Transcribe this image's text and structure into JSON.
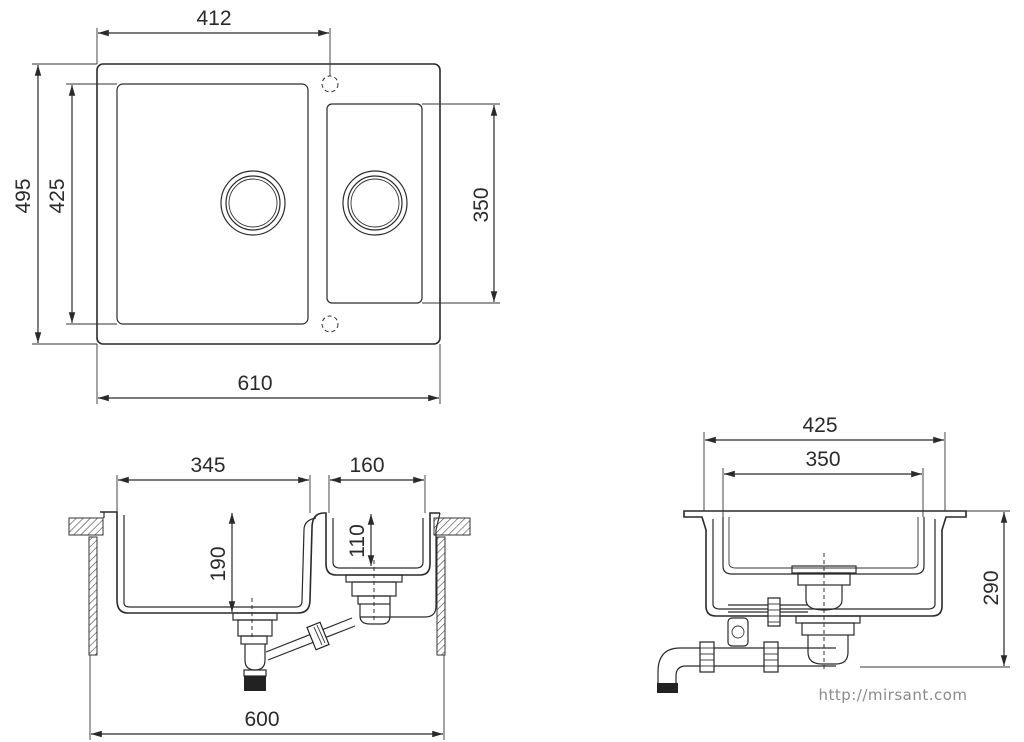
{
  "top_view": {
    "width_overall": "610",
    "width_main_bowl": "412",
    "depth_overall": "495",
    "depth_main_bowl": "425",
    "depth_small_bowl": "350"
  },
  "front_view": {
    "width_cabinet": "600",
    "width_main_bowl": "345",
    "width_small_bowl": "160",
    "depth_main_bowl": "190",
    "depth_small_bowl": "110"
  },
  "side_view": {
    "width_outer": "425",
    "width_inner": "350",
    "height_total": "290"
  },
  "watermark": "http://mirsant.com",
  "colors": {
    "line": "#2a2a2a",
    "watermark": "#8a8a8a"
  }
}
